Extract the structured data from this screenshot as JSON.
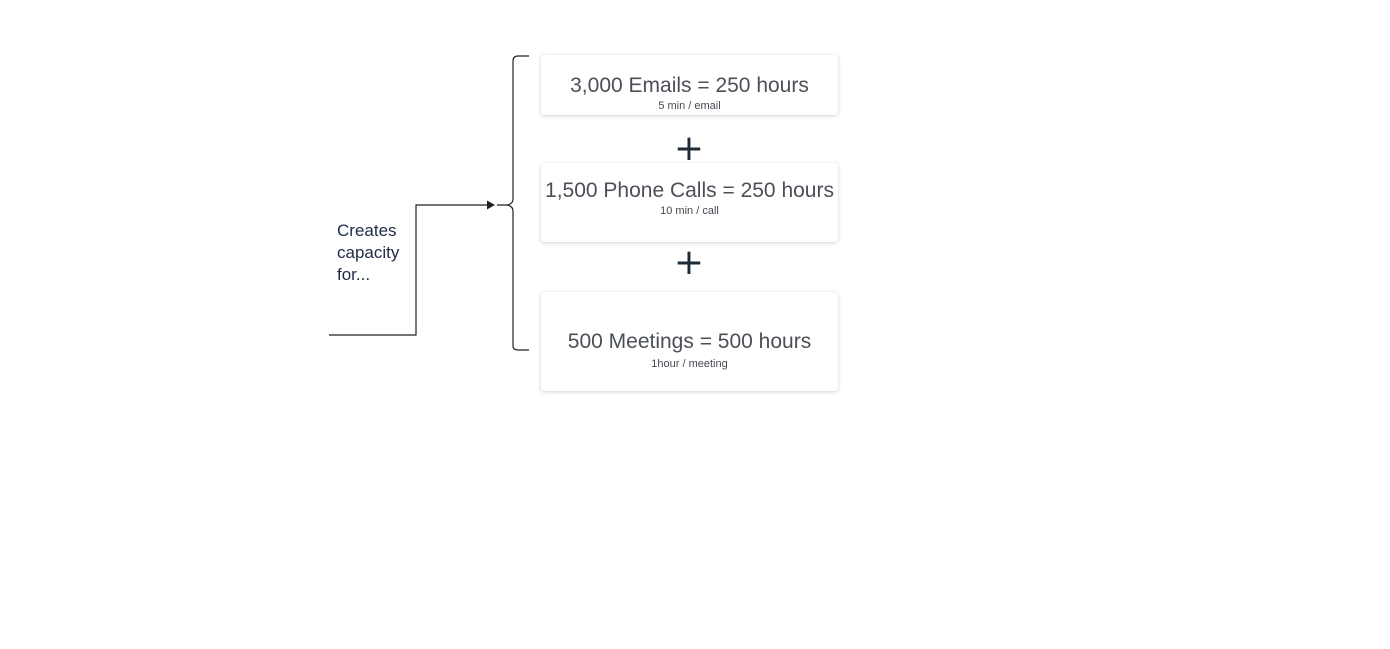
{
  "diagram": {
    "side_label": {
      "line1": "Creates",
      "line2": "capacity",
      "line3": "for..."
    },
    "cards": [
      {
        "main": "3,000 Emails = 250 hours",
        "sub": "5 min / email"
      },
      {
        "main": "1,500 Phone Calls = 250 hours",
        "sub": "10 min / call"
      },
      {
        "main": "500 Meetings = 500 hours",
        "sub": "1hour / meeting"
      }
    ],
    "operator": "+"
  }
}
